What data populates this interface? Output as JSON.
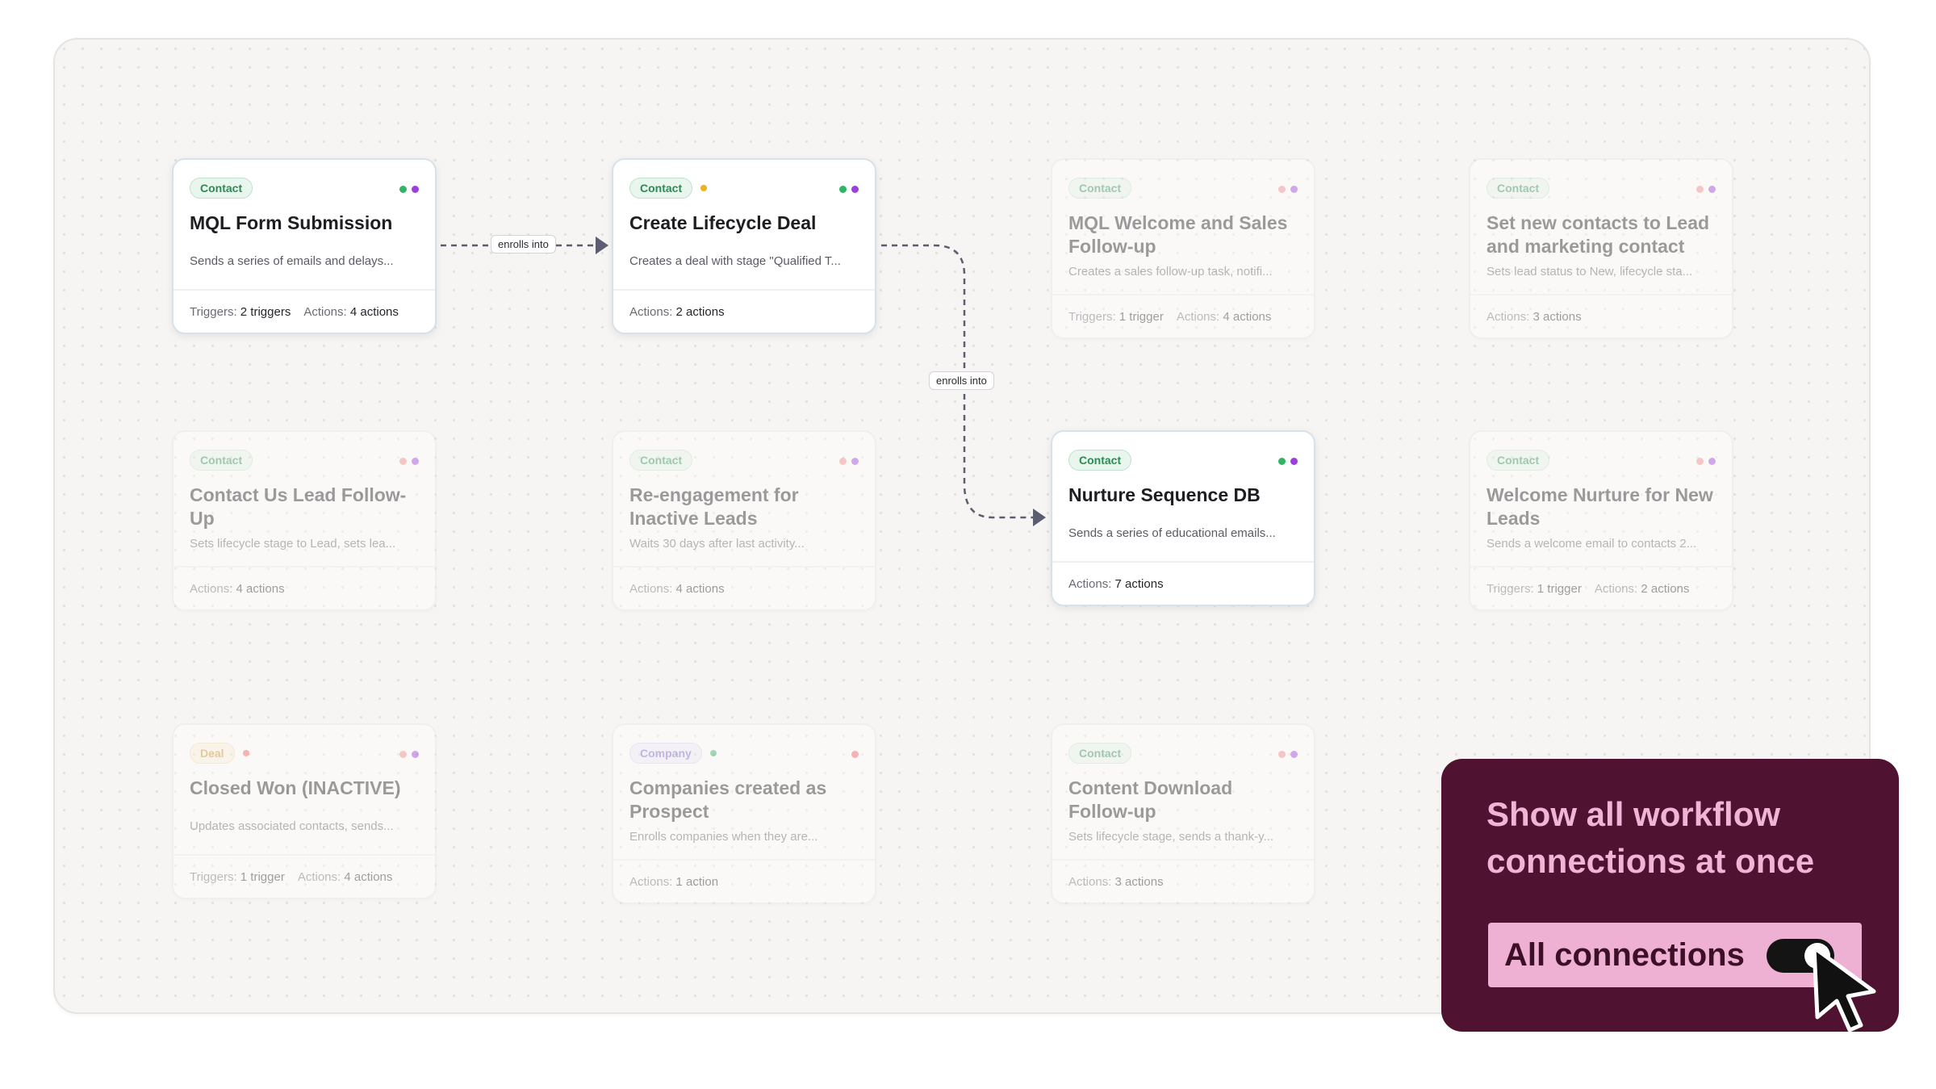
{
  "canvas": {
    "edge_labels": [
      "enrolls into",
      "enrolls into"
    ]
  },
  "cards": [
    {
      "badge": "Contact",
      "badge_type": "contact",
      "title": "MQL Form Submission",
      "desc": "Sends a series of emails and delays...",
      "triggers": "2 triggers",
      "actions": "4 actions",
      "state": "active",
      "dots": [
        "#2fb565",
        "#9b3fe0"
      ]
    },
    {
      "badge": "Contact",
      "badge_type": "contact",
      "badge_dot": "#e9b21f",
      "title": "Create Lifecycle Deal",
      "desc": "Creates a deal with stage \"Qualified T...",
      "actions": "2 actions",
      "state": "active",
      "dots": [
        "#2fb565",
        "#9b3fe0"
      ]
    },
    {
      "badge": "Contact",
      "badge_type": "contact",
      "title": "MQL Welcome and Sales Follow-up",
      "desc": "Creates a sales follow-up task, notifi...",
      "triggers": "1 trigger",
      "actions": "4 actions",
      "state": "dim",
      "dots": [
        "#f08a8a",
        "#9b3fe0"
      ]
    },
    {
      "badge": "Contact",
      "badge_type": "contact",
      "title": "Set new contacts to Lead and marketing contact",
      "desc": "Sets lead status to New, lifecycle sta...",
      "actions": "3 actions",
      "state": "dim",
      "dots": [
        "#f08a8a",
        "#9b3fe0"
      ]
    },
    {
      "badge": "Contact",
      "badge_type": "contact",
      "title": "Contact Us Lead Follow-Up",
      "desc": "Sets lifecycle stage to Lead, sets lea...",
      "actions": "4 actions",
      "state": "dim",
      "dots": [
        "#f08a8a",
        "#9b3fe0"
      ]
    },
    {
      "badge": "Contact",
      "badge_type": "contact",
      "title": "Re-engagement for Inactive Leads",
      "desc": "Waits 30 days after last activity...",
      "actions": "4 actions",
      "state": "dim",
      "dots": [
        "#f08a8a",
        "#9b3fe0"
      ]
    },
    {
      "badge": "Contact",
      "badge_type": "contact",
      "title": "Nurture Sequence DB",
      "desc": "Sends a series of educational emails...",
      "actions": "7 actions",
      "state": "active",
      "dots": [
        "#2fb565",
        "#9b3fe0"
      ]
    },
    {
      "badge": "Contact",
      "badge_type": "contact",
      "title": "Welcome Nurture for New Leads",
      "desc": "Sends a welcome email to contacts 2...",
      "triggers": "1 trigger",
      "actions": "2 actions",
      "state": "dim",
      "dots": [
        "#f08a8a",
        "#9b3fe0"
      ]
    },
    {
      "badge": "Deal",
      "badge_type": "deal",
      "badge_dot": "#f05a5a",
      "title": "Closed Won (INACTIVE)",
      "desc": "Updates associated contacts, sends...",
      "triggers": "1 trigger",
      "actions": "4 actions",
      "state": "dim",
      "dots": [
        "#f08a8a",
        "#9b3fe0"
      ]
    },
    {
      "badge": "Company",
      "badge_type": "company",
      "badge_dot": "#2fb565",
      "title": "Companies created as Prospect",
      "desc": "Enrolls companies when they are...",
      "actions": "1 action",
      "state": "dim",
      "dots": [
        "#f05a5a"
      ]
    },
    {
      "badge": "Contact",
      "badge_type": "contact",
      "title": "Content Download Follow-up",
      "desc": "Sets lifecycle stage, sends a thank-y...",
      "actions": "3 actions",
      "state": "dim",
      "dots": [
        "#f08a8a",
        "#9b3fe0"
      ]
    }
  ],
  "labels": {
    "triggers_prefix": "Triggers:",
    "actions_prefix": "Actions:"
  },
  "callout": {
    "title": "Show all workflow connections at once",
    "toggle_label": "All connections",
    "toggle_on": true
  }
}
